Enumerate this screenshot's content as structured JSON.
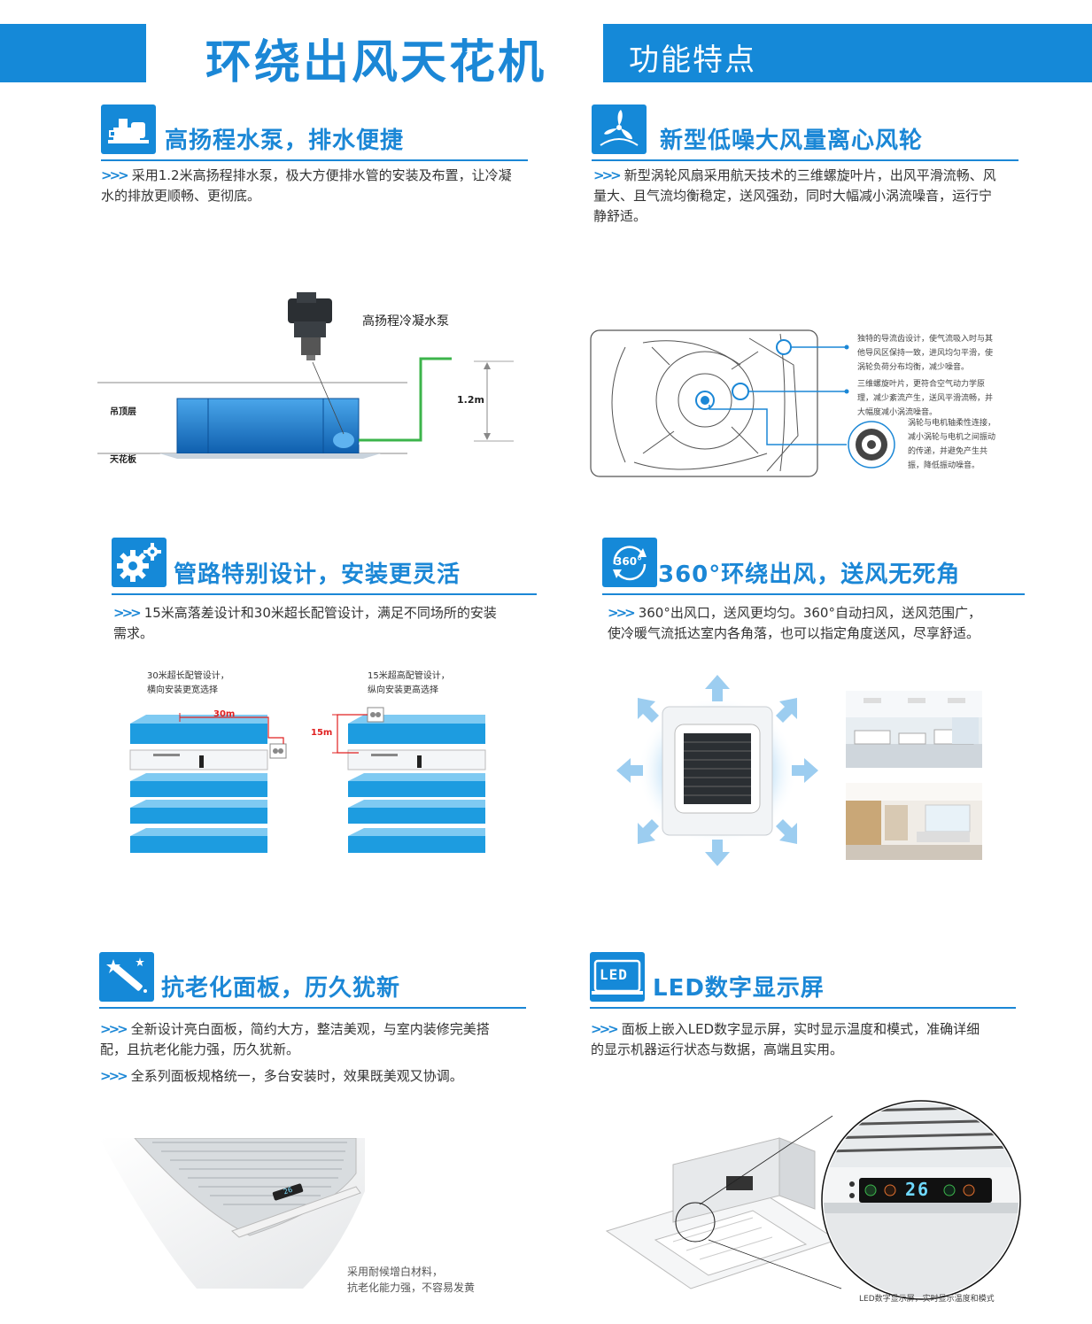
{
  "header": {
    "title": "环绕出风天花机",
    "subtitle": "功能特点"
  },
  "pump": {
    "title": "高扬程水泵，排水便捷",
    "desc": "采用1.2米高扬程排水泵，极大方便排水管的安装及布置，让冷凝水的排放更顺畅、更彻底。",
    "pump_label": "高扬程冷凝水泵",
    "height_label": "1.2m",
    "ceiling_layer": "吊顶层",
    "ceiling_board": "天花板"
  },
  "fan": {
    "title": "新型低噪大风量离心风轮",
    "desc": "新型涡轮风扇采用航天技术的三维螺旋叶片，出风平滑流畅、风量大、且气流均衡稳定，送风强劲，同时大幅减小涡流噪音，运行宁静舒适。",
    "note1": [
      "独特的导流齿设计，使气流吸入时与其",
      "他导风区保持一致，进风均匀平滑，使",
      "涡轮负荷分布均衡，减少噪音。"
    ],
    "note2": [
      "三维螺旋叶片，更符合空气动力学原",
      "理，减少紊流产生，送风平滑流畅，并",
      "大幅度减小涡流噪音。"
    ],
    "note3": [
      "涡轮与电机轴柔性连接，",
      "减小涡轮与电机之间振动",
      "的传递，并避免产生共",
      "振，降低振动噪音。"
    ]
  },
  "pipe": {
    "title": "管路特别设计，安装更灵活",
    "desc": "15米高落差设计和30米超长配管设计，满足不同场所的安装需求。",
    "left_caption": [
      "30米超长配管设计，",
      "横向安装更宽选择"
    ],
    "right_caption": [
      "15米超高配管设计，",
      "纵向安装更高选择"
    ],
    "len_30": "30m",
    "len_15": "15m"
  },
  "surround": {
    "title": "360°环绕出风，送风无死角",
    "desc": "360°出风口，送风更均匀。360°自动扫风，送风范围广，使冷暖气流抵达室内各角落，也可以指定角度送风，尽享舒适。",
    "badge": "360°"
  },
  "panel": {
    "title": "抗老化面板，历久犹新",
    "desc1": "全新设计亮白面板，简约大方，整洁美观，与室内装修完美搭配，且抗老化能力强，历久犹新。",
    "desc2": "全系列面板规格统一，多台安装时，效果既美观又协调。",
    "caption": [
      "采用耐候增白材料，",
      "抗老化能力强，不容易发黄"
    ],
    "display_value": "26"
  },
  "led": {
    "title": "LED数字显示屏",
    "desc": "面板上嵌入LED数字显示屏，实时显示温度和模式，准确详细的显示机器运行状态与数据，高端且实用。",
    "badge": "LED",
    "display_value": "26",
    "caption": "LED数字显示屏，实时显示温度和模式"
  },
  "colors": {
    "brand_blue": "#1589d8",
    "title_blue": "#1b87d6",
    "pipe_green": "#3cb44b",
    "accent_red": "#e02020"
  }
}
